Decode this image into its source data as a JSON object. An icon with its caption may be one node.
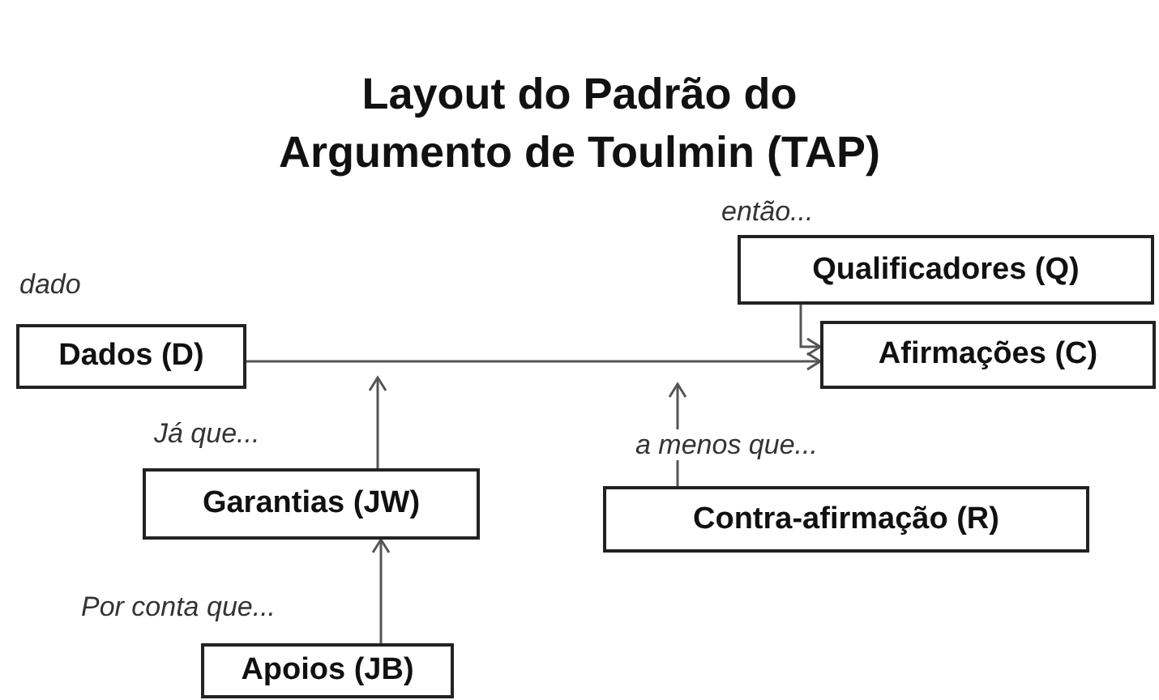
{
  "diagram": {
    "title": "Layout do Padrão do Argumento de Toulmin (TAP)",
    "nodes": [
      {
        "text": [
          "Dados (D)"
        ],
        "beside": [
          "dado"
        ]
      },
      {
        "text": [
          "Qualificadores (Q)"
        ],
        "beside": [
          "então..."
        ]
      },
      {
        "text": [
          "Afirmações (C)"
        ]
      },
      {
        "text": [
          "Garantias (JW)"
        ],
        "beside": [
          "Já que..."
        ]
      },
      {
        "text": [
          "Contra-afirmação (R)"
        ],
        "beside": [
          "a menos que..."
        ]
      },
      {
        "text": [
          "Apoios (JB)"
        ],
        "beside": [
          "Por conta que..."
        ]
      }
    ],
    "edges": [
      {
        "from": 0,
        "to": 2,
        "arrow": "to"
      },
      {
        "from": 1,
        "to": 2,
        "arrow": "to"
      },
      {
        "from": 3,
        "to": null,
        "arrow": "to"
      },
      {
        "from": 4,
        "to": null,
        "arrow": "to"
      },
      {
        "from": 5,
        "to": 3,
        "arrow": "to"
      }
    ]
  }
}
